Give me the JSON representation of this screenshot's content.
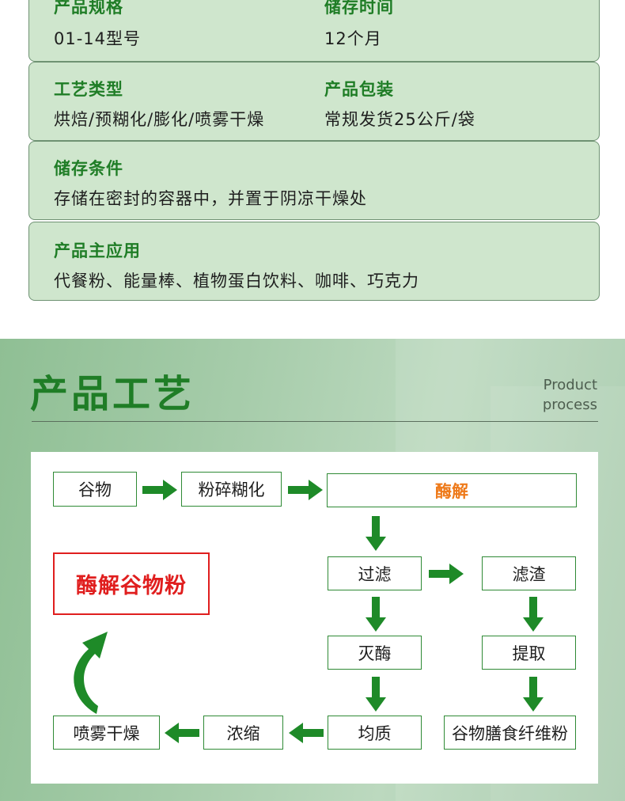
{
  "specs": {
    "row1": {
      "label_left": "产品规格",
      "value_left": "01-14型号",
      "label_right": "储存时间",
      "value_right": "12个月"
    },
    "row2": {
      "label_left": "工艺类型",
      "value_left": "烘焙/预糊化/膨化/喷雾干燥",
      "label_right": "产品包装",
      "value_right": "常规发货25公斤/袋"
    },
    "row3": {
      "label": "储存条件",
      "value": "存储在密封的容器中，并置于阴凉干燥处"
    },
    "row4": {
      "label": "产品主应用",
      "value": "代餐粉、能量棒、植物蛋白饮料、咖啡、巧克力"
    }
  },
  "process": {
    "title": "产品工艺",
    "subtitle_line1": "Product",
    "subtitle_line2": "process",
    "steps": {
      "grain": "谷物",
      "crush": "粉碎糊化",
      "enzymolysis": "酶解",
      "filter": "过滤",
      "residue": "滤渣",
      "inactivate": "灭酶",
      "extract": "提取",
      "homogenize": "均质",
      "fiber": "谷物膳食纤维粉",
      "concentrate": "浓缩",
      "spray_dry": "喷雾干燥",
      "product": "酶解谷物粉"
    }
  },
  "colors": {
    "brand_green": "#1f7d26",
    "arrow_green": "#1e8a28",
    "card_bg": "#cfe6cd",
    "accent_orange": "#ee7a1a",
    "accent_red": "#e01e1e"
  }
}
